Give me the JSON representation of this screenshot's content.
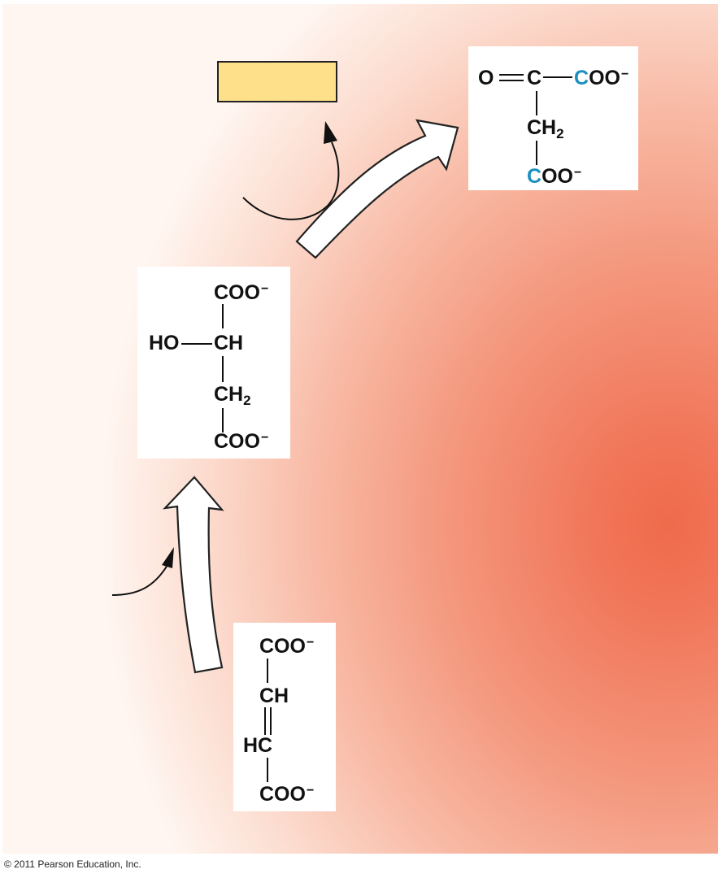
{
  "copyright": "© 2011 Pearson Education, Inc.",
  "colors": {
    "background_center": "#f06a4c",
    "background_edge": "#fff6f1",
    "panel": "#ffffff",
    "text": "#111111",
    "highlight_carbon": "#1a8fc0",
    "placeholder_box": "#fee08b"
  },
  "fumarate": {
    "top": "COO",
    "upper_ch": "CH",
    "lower_ch": "HC",
    "bottom": "COO",
    "charge": "−"
  },
  "malate": {
    "top": "COO",
    "hydroxyl": "HO",
    "ch": "CH",
    "ch2": "CH",
    "ch2_subscript": "2",
    "bottom": "COO",
    "charge": "−"
  },
  "oxaloacetate": {
    "oxygen": "O",
    "carbonyl_c": "C",
    "right_c": "C",
    "right_rest": "OO",
    "ch2": "CH",
    "ch2_subscript": "2",
    "bottom_c": "C",
    "bottom_rest": "OO",
    "charge": "−"
  }
}
